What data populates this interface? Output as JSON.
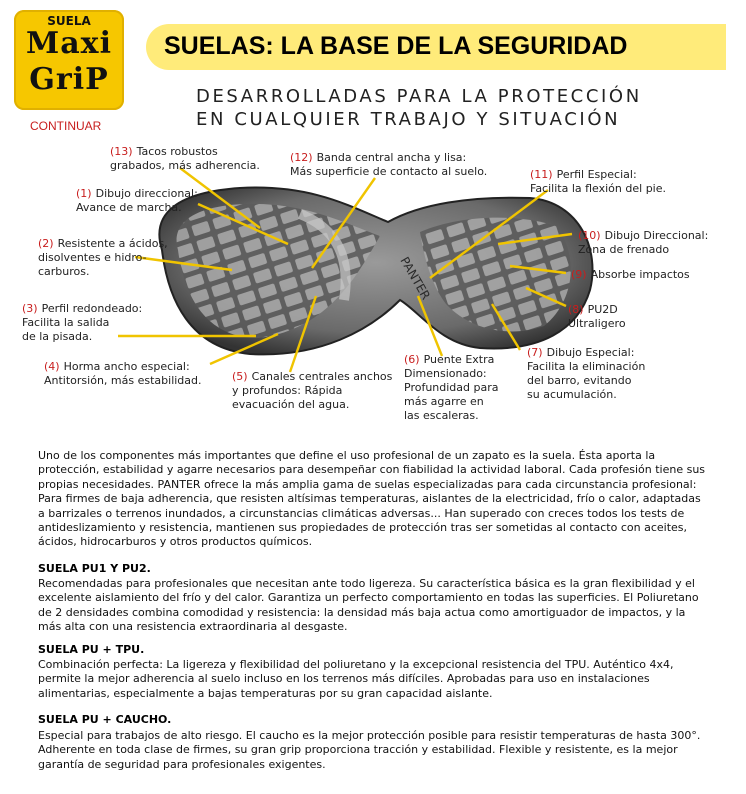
{
  "logo": {
    "line1": "SUELA",
    "line2": "Maxi",
    "line3": "GriP"
  },
  "nav": {
    "continuar": "CONTINUAR"
  },
  "title": "SUELAS: LA BASE DE LA SEGURIDAD",
  "subtitle": {
    "line1": "DESARROLLADAS PARA LA PROTECCIÓN",
    "line2": "EN CUALQUIER TRABAJO Y SITUACIÓN"
  },
  "callouts": [
    {
      "num": "(13)",
      "text": "Tacos robustos\ngrabados, más adherencia."
    },
    {
      "num": "(12)",
      "text": "Banda central ancha y lisa:\nMás superficie de contacto al suelo."
    },
    {
      "num": "(11)",
      "text": "Perfil Especial:\nFacilita la flexión del pie."
    },
    {
      "num": "(1)",
      "text": "Dibujo direccional:\nAvance de marcha."
    },
    {
      "num": "(2)",
      "text": "Resistente a ácidos,\ndisolventes e hidro-\ncarburos."
    },
    {
      "num": "(10)",
      "text": "Dibujo Direccional:\nZona de frenado"
    },
    {
      "num": "(9)",
      "text": "Absorbe impactos"
    },
    {
      "num": "(3)",
      "text": "Perfil redondeado:\nFacilita la salida\nde la pisada."
    },
    {
      "num": "(8)",
      "text": "PU2D\nUltraligero"
    },
    {
      "num": "(4)",
      "text": "Horma ancho especial:\nAntitorsión, más estabilidad."
    },
    {
      "num": "(5)",
      "text": "Canales centrales anchos\ny profundos: Rápida\nevacuación del agua."
    },
    {
      "num": "(6)",
      "text": "Puente Extra\nDimensionado:\nProfundidad para\nmás agarre en\nlas escaleras."
    },
    {
      "num": "(7)",
      "text": "Dibujo Especial:\nFacilita la eliminación\ndel barro, evitando\nsu acumulación."
    }
  ],
  "intro": "Uno de los componentes más importantes que define el uso profesional de un zapato es la suela. Ésta aporta la protección, estabilidad y agarre necesarios para desempeñar con fiabilidad la actividad laboral. Cada profesión tiene sus propias necesidades. PANTER ofrece la más amplia gama de suelas especializadas para cada circunstancia profesional: Para firmes de baja adherencia, que resisten altísimas temperaturas, aislantes de la electricidad, frío o calor, adaptadas a barrizales o terrenos inundados, a circunstancias climáticas adversas... Han superado con creces todos los tests de antideslizamiento y resistencia, mantienen sus propiedades de protección tras ser sometidas al contacto con aceites, ácidos, hidrocarburos y otros productos químicos.",
  "sections": [
    {
      "heading": "SUELA PU1 Y PU2.",
      "body": "Recomendadas para profesionales que necesitan ante todo ligereza. Su característica básica es la gran flexibilidad y el excelente aislamiento del frío y del calor. Garantiza un perfecto comportamiento en todas las superficies. El Poliuretano de 2 densidades combina comodidad y resistencia: la densidad más baja actua como amortiguador de impactos, y la más alta con una resistencia extraordinaria al desgaste."
    },
    {
      "heading": "SUELA PU + TPU.",
      "body": "Combinación perfecta: La ligereza y flexibilidad del poliuretano y la excepcional resistencia del TPU. Auténtico 4x4, permite la mejor adherencia al suelo incluso en los terrenos más difíciles. Aprobadas para uso en instalaciones alimentarias, especialmente a bajas temperaturas por su gran capacidad aislante."
    },
    {
      "heading": "SUELA PU + CAUCHO.",
      "body": "Especial para trabajos de alto riesgo. El caucho es la mejor protección posible para resistir temperaturas de hasta 300°. Adherente en toda clase de firmes, su gran grip proporciona tracción y estabilidad. Flexible y resistente, es la mejor garantía de seguridad para  profesionales exigentes."
    }
  ],
  "colors": {
    "logo_bg": "#f6c700",
    "title_bar": "#ffeb7a",
    "accent_red": "#c81e1e",
    "arrow": "#f0c400"
  }
}
